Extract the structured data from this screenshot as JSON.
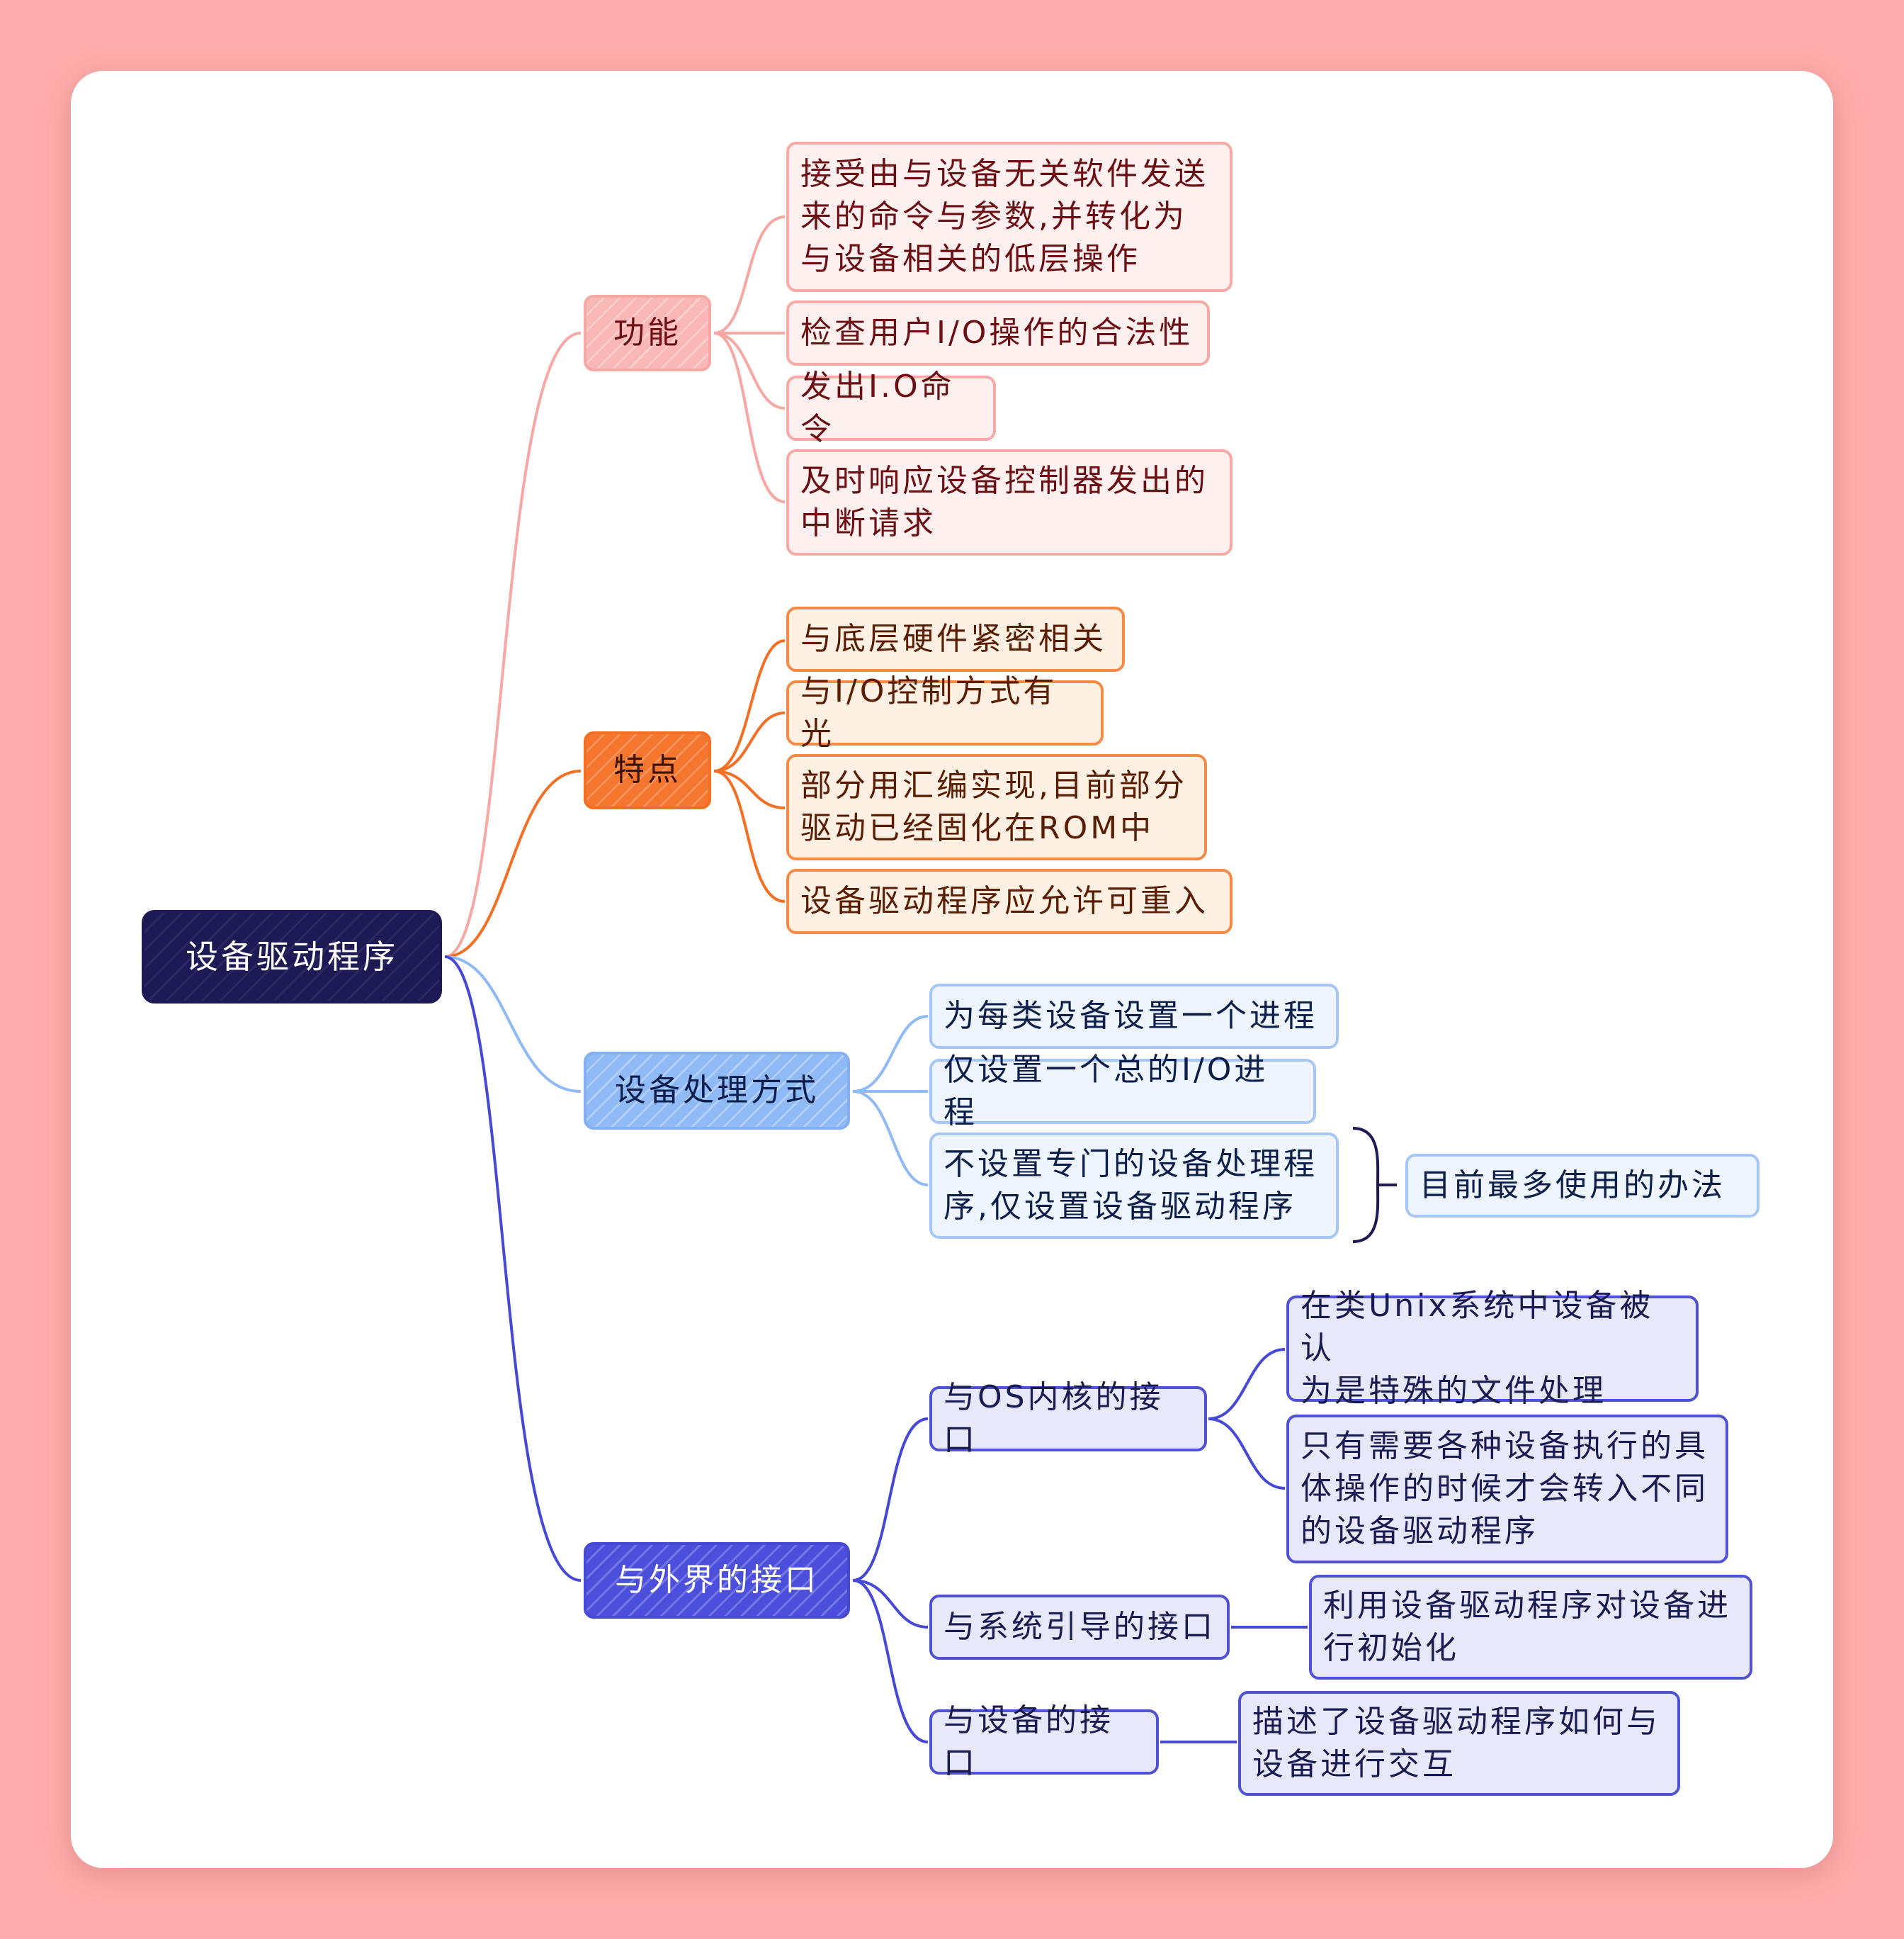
{
  "root": {
    "label": "设备驱动程序"
  },
  "branches": [
    {
      "label": "功能",
      "items": [
        "接受由与设备无关软件发送\n来的命令与参数,并转化为\n与设备相关的低层操作",
        "检查用户I/O操作的合法性",
        "发出I.O命令",
        "及时响应设备控制器发出的\n中断请求"
      ]
    },
    {
      "label": "特点",
      "items": [
        "与底层硬件紧密相关",
        "与I/O控制方式有光",
        "部分用汇编实现,目前部分\n驱动已经固化在ROM中",
        "设备驱动程序应允许可重入"
      ]
    },
    {
      "label": "设备处理方式",
      "items": [
        "为每类设备设置一个进程",
        "仅设置一个总的I/O进程",
        "不设置专门的设备处理程\n序,仅设置设备驱动程序"
      ],
      "note": "目前最多使用的办法"
    },
    {
      "label": "与外界的接口",
      "items": [
        {
          "label": "与OS内核的接口",
          "children": [
            "在类Unix系统中设备被认\n为是特殊的文件处理",
            "只有需要各种设备执行的具\n体操作的时候才会转入不同\n的设备驱动程序"
          ]
        },
        {
          "label": "与系统引导的接口",
          "children": [
            "利用设备驱动程序对设备进\n行初始化"
          ]
        },
        {
          "label": "与设备的接口",
          "children": [
            "描述了设备驱动程序如何与\n设备进行交互"
          ]
        }
      ]
    }
  ],
  "colors": {
    "background": "#fdadab",
    "root": "#1d1a55",
    "pink": "#f7a7a4",
    "orange": "#f36f24",
    "lightblue": "#8fbaf6",
    "indigo": "#4649d6"
  }
}
